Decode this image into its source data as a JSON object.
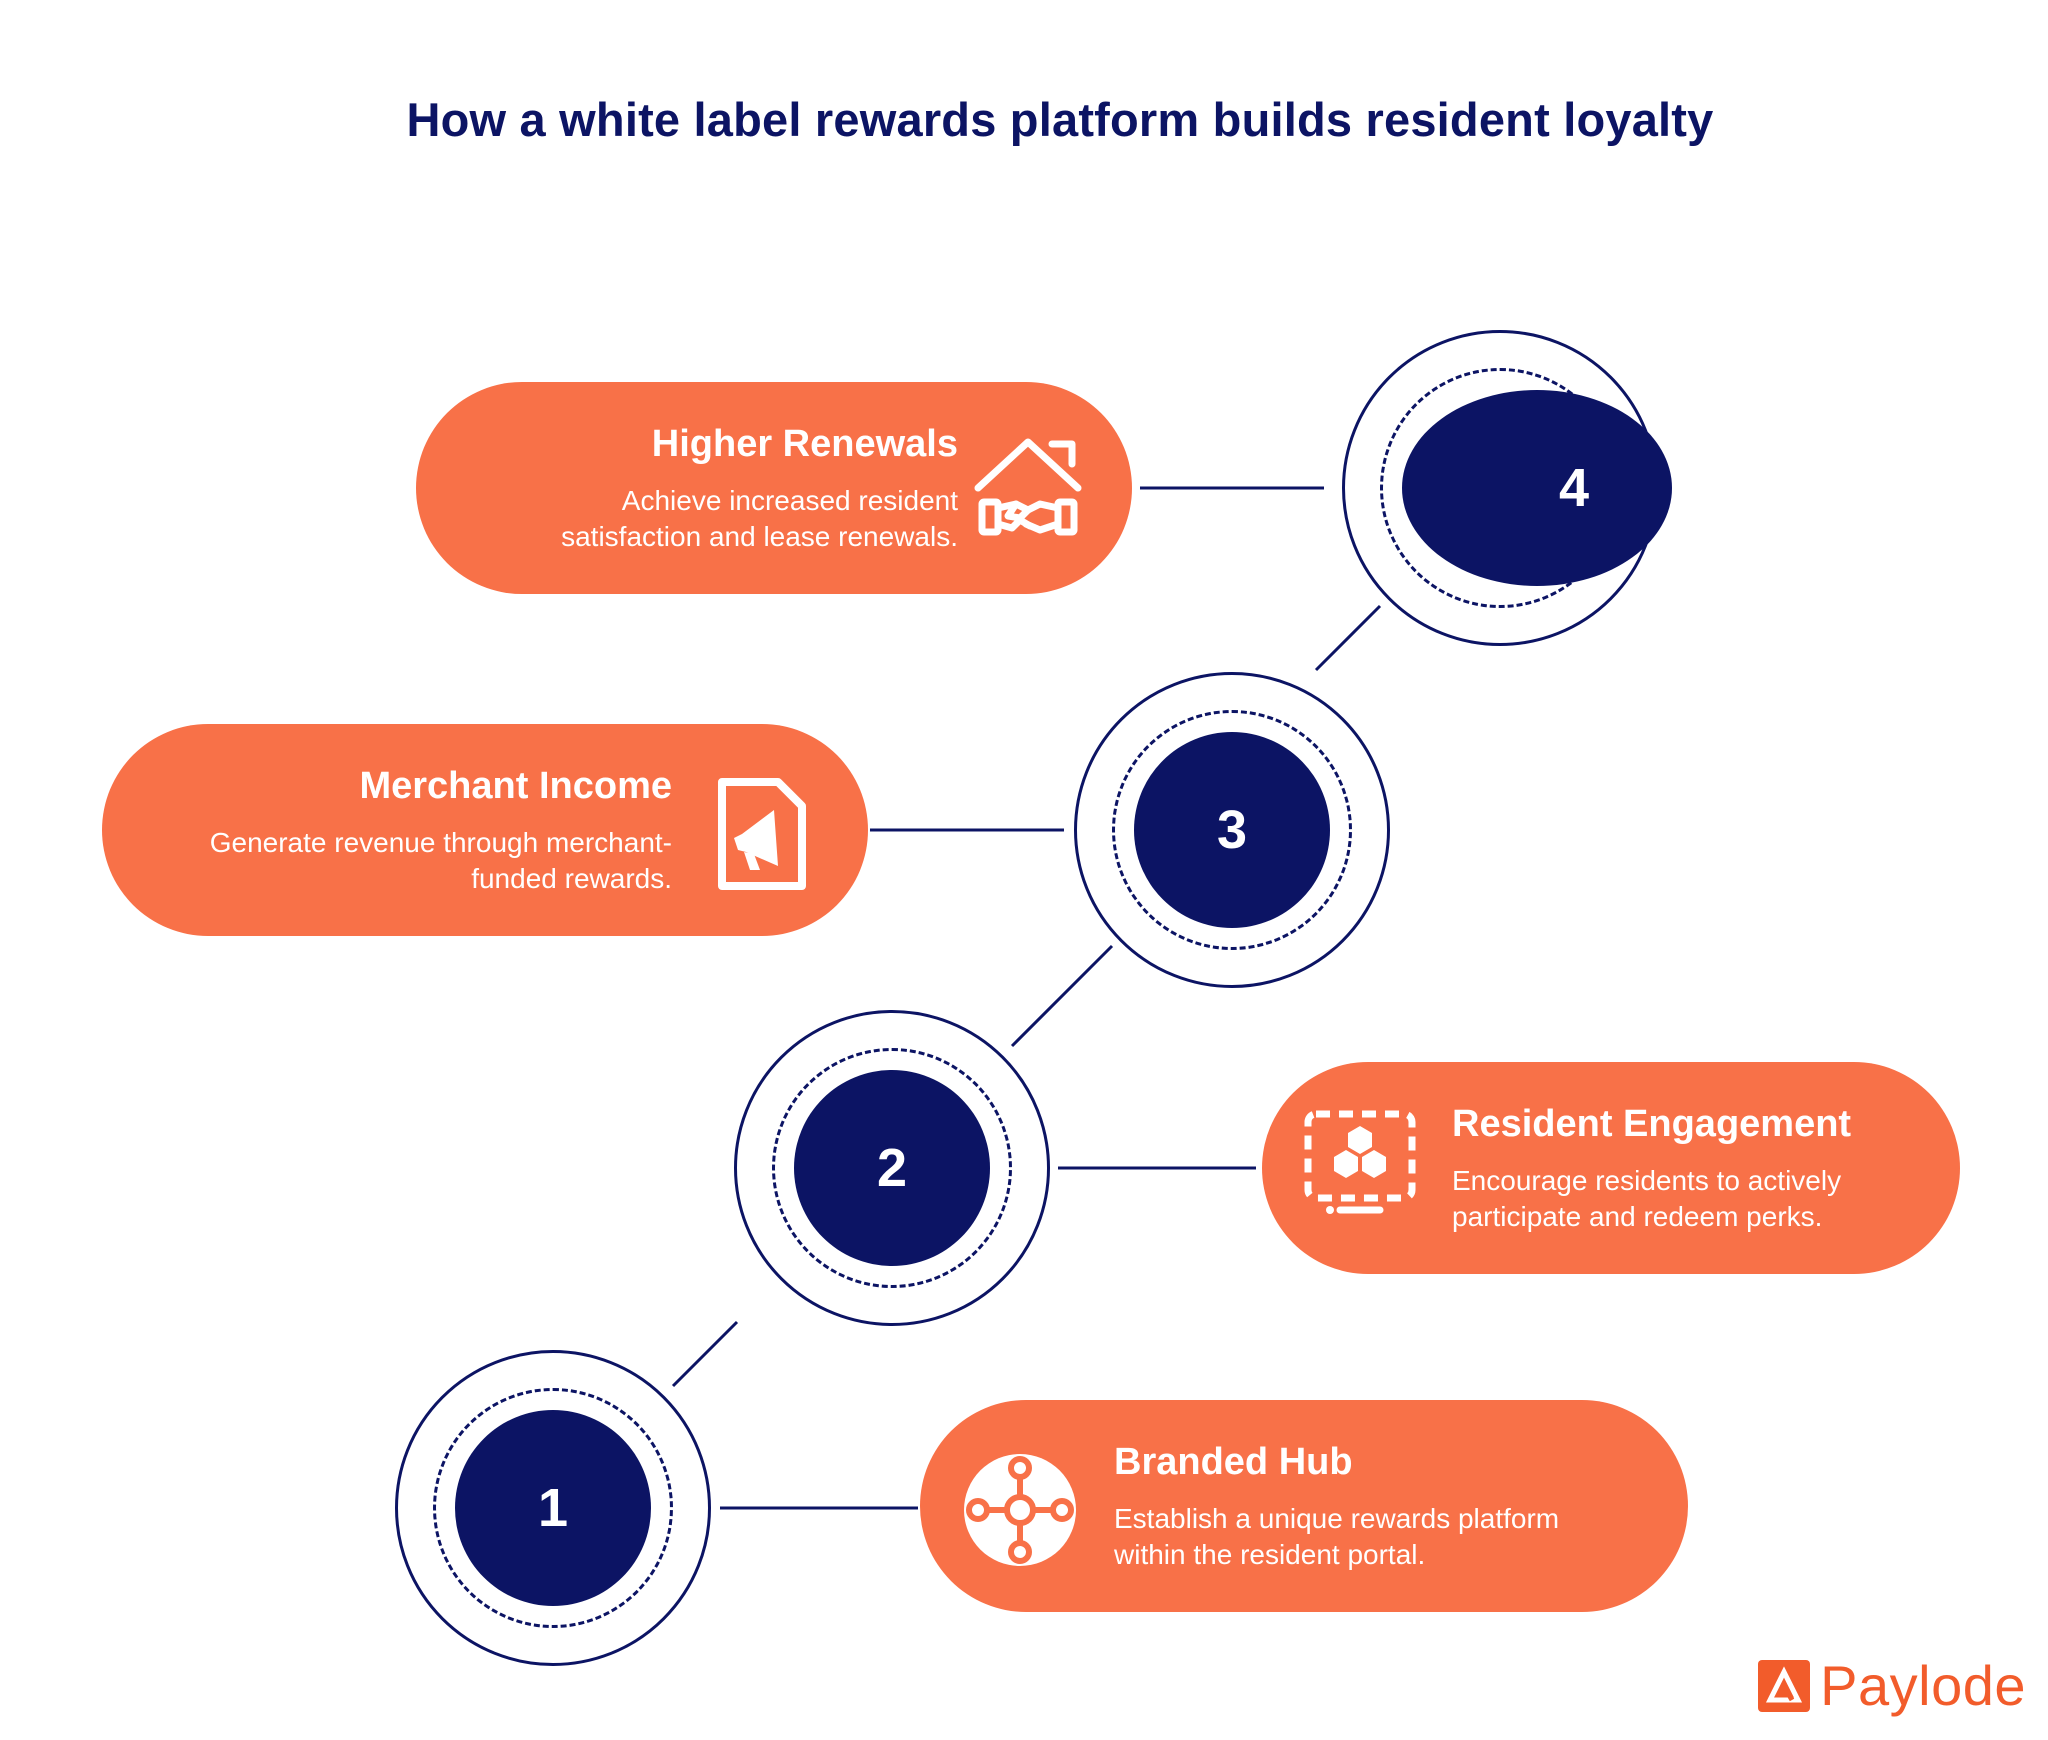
{
  "title": "How a white label rewards platform builds resident loyalty",
  "colors": {
    "navy": "#0c1464",
    "orange": "#f87148",
    "brand": "#f25c2b",
    "white": "#ffffff"
  },
  "steps": [
    {
      "number": "1",
      "title": "Branded Hub",
      "description": "Establish a unique rewards platform\nwithin the resident portal.",
      "icon": "hub-network-icon"
    },
    {
      "number": "2",
      "title": "Resident Engagement",
      "description": "Encourage residents to actively\nparticipate and redeem perks.",
      "icon": "hexagon-cluster-screen-icon"
    },
    {
      "number": "3",
      "title": "Merchant Income",
      "description": "Generate revenue through merchant-\nfunded rewards.",
      "icon": "megaphone-document-icon"
    },
    {
      "number": "4",
      "title": "Higher Renewals",
      "description": "Achieve increased resident\nsatisfaction and lease renewals.",
      "icon": "house-handshake-icon"
    }
  ],
  "brand": {
    "name": "Paylode",
    "icon": "paylode-logo-icon"
  }
}
